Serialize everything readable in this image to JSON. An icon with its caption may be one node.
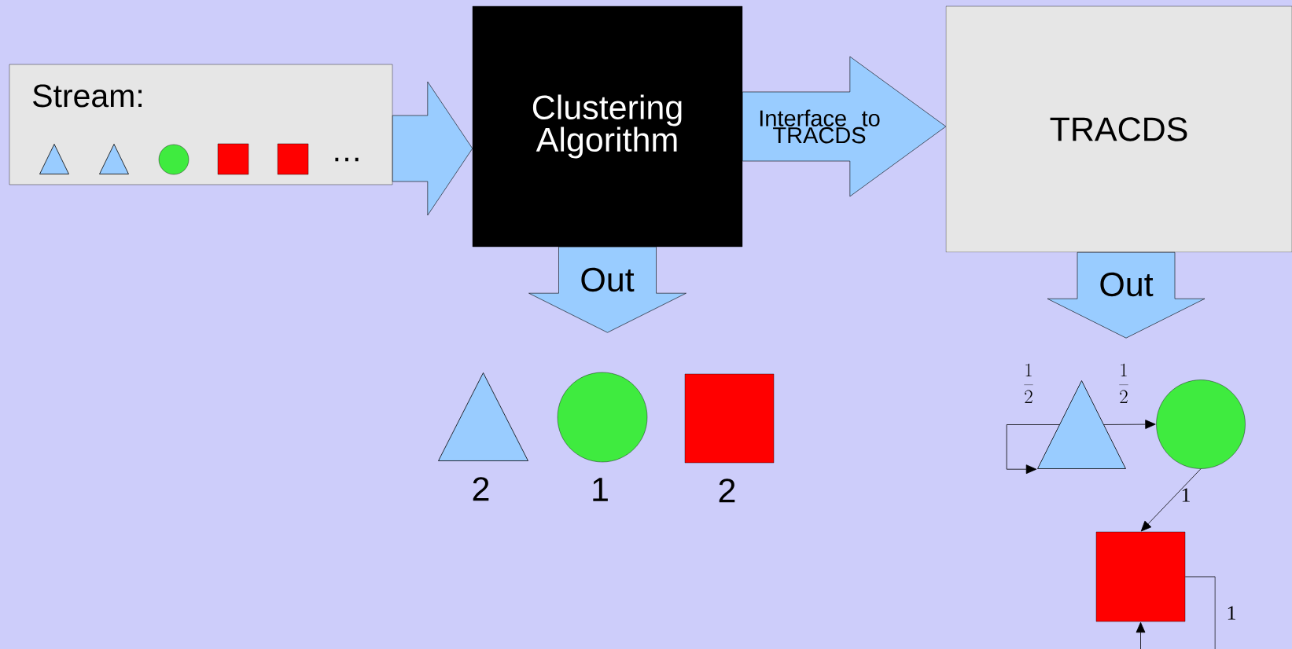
{
  "diagram": {
    "nodes": [
      {
        "text": [
          "Stream:"
        ]
      },
      {
        "text": [],
        "shape": "triangle",
        "in": 0
      },
      {
        "text": [],
        "shape": "triangle",
        "in": 0
      },
      {
        "text": [],
        "shape": "circle",
        "in": 0
      },
      {
        "text": [],
        "shape": "box",
        "in": 0
      },
      {
        "text": [],
        "shape": "box",
        "in": 0
      },
      {
        "text": [
          "Clustering Algorithm"
        ]
      },
      {
        "text": [
          "TRACDS"
        ]
      },
      {
        "text": [],
        "shape": "triangle",
        "beside": [
          "2"
        ]
      },
      {
        "text": [],
        "shape": "circle",
        "beside": [
          "1"
        ]
      },
      {
        "text": [],
        "shape": "box",
        "beside": [
          "2"
        ]
      },
      {
        "text": [],
        "shape": "triangle"
      },
      {
        "text": [],
        "shape": "circle"
      },
      {
        "text": [],
        "shape": "box"
      }
    ],
    "edges": [
      {
        "from": 0,
        "to": 6,
        "arrow": "to",
        "style": "thick",
        "color": "#99ccff"
      },
      {
        "from": 6,
        "to": 7,
        "arrow": "to",
        "label": "Interface to TRACDS",
        "style": "thick",
        "color": "#99ccff"
      },
      {
        "from": 6,
        "to": null,
        "arrow": "to",
        "label": "Out",
        "style": "thick",
        "color": "#99ccff"
      },
      {
        "from": 7,
        "to": null,
        "arrow": "to",
        "label": "Out",
        "style": "thick",
        "color": "#99ccff"
      },
      {
        "from": 11,
        "to": 11,
        "arrow": "to",
        "label": "\\frac{1}{2}"
      },
      {
        "from": 11,
        "to": 12,
        "arrow": "to",
        "label": "\\frac{1}{2}"
      },
      {
        "from": 12,
        "to": 13,
        "arrow": "to",
        "label": "1"
      },
      {
        "from": 13,
        "to": 13,
        "arrow": "to",
        "label": "1"
      }
    ],
    "labels": [
      "…"
    ]
  }
}
